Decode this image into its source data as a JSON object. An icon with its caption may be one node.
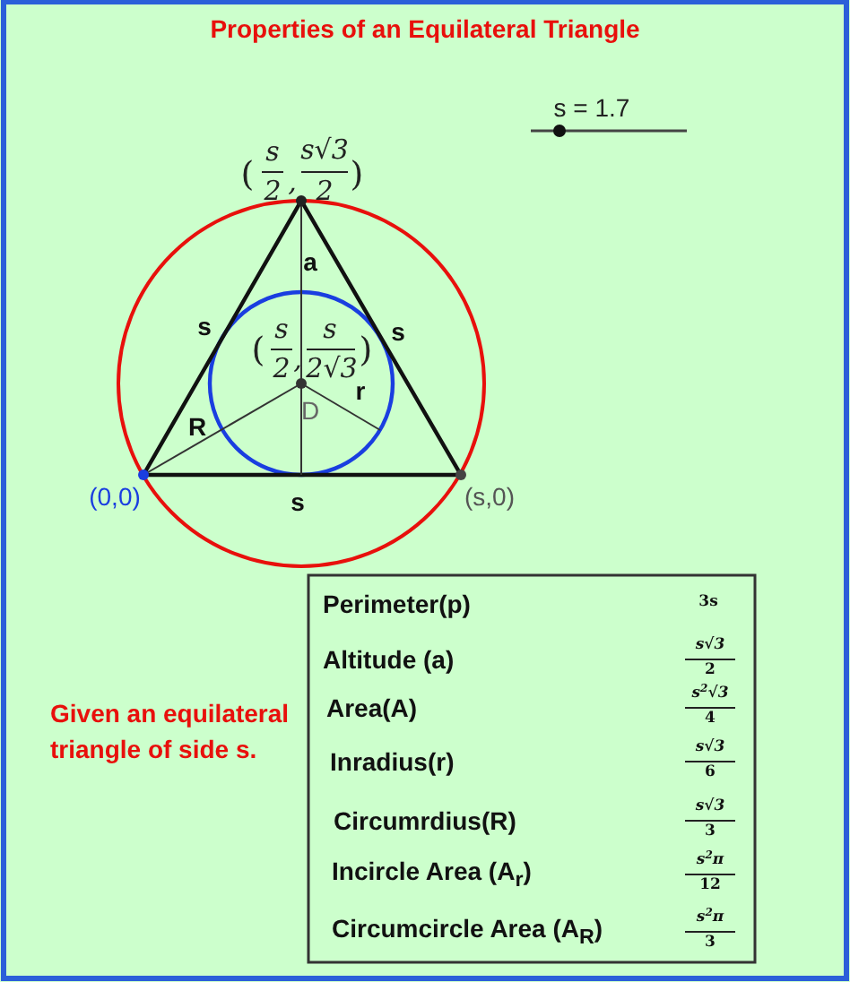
{
  "diagram": {
    "title": "Properties of an Equilateral Triangle",
    "labels": [
      "s = 1.7",
      "(",
      "s",
      "2",
      ",",
      "s√3",
      "2",
      ")",
      "a",
      "s",
      "s",
      "(",
      "s",
      "2",
      ",",
      "s",
      "2√3",
      ")",
      "r",
      "R",
      "D",
      "(0,0)",
      "s",
      "(s,0)",
      "Given an equilateral triangle of side s.",
      "Perimeter(p)",
      "3s",
      "Altitude (a)",
      "s√3",
      "2",
      "Area(A)",
      "s$^{2}$√3",
      "4",
      "Inradius(r)",
      "s√3",
      "6",
      "Circumrdius(R)",
      "s√3",
      "3",
      "Incircle Area (A$_{r}$)",
      "s$^{2}$π",
      "12",
      "Circumcircle Area (A$_{R}$)",
      "s$^{2}$π",
      "3"
    ]
  }
}
